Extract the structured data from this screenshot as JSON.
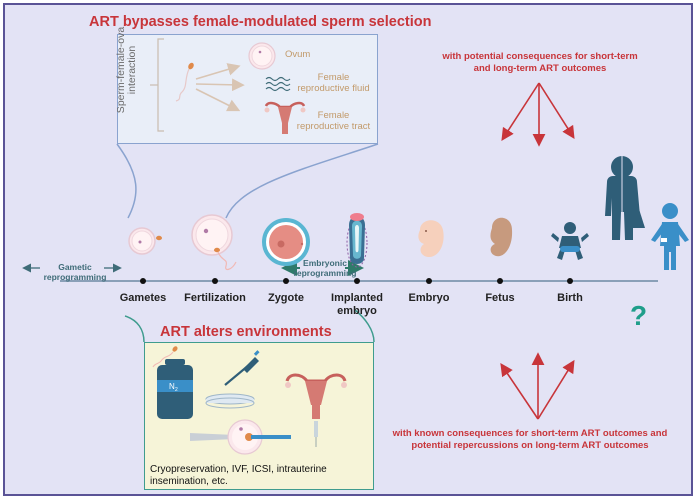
{
  "top_panel": {
    "title": "ART bypasses female-modulated sperm selection",
    "side_label_line1": "Sperm-female-ova",
    "side_label_line2": "interaction",
    "items": [
      {
        "label_line1": "Ovum",
        "label_line2": ""
      },
      {
        "label_line1": "Female",
        "label_line2": "reproductive fluid"
      },
      {
        "label_line1": "Female",
        "label_line2": "reproductive tract"
      }
    ]
  },
  "upper_note": {
    "line1": "with potential consequences for short-term",
    "line2": "and long-term ART outcomes"
  },
  "timeline": {
    "gametic_reprogramming": {
      "line1": "Gametic",
      "line2": "reprogramming"
    },
    "embryonic_reprogramming": {
      "line1": "Embryonic",
      "line2": "reprogramming"
    },
    "stages": [
      {
        "line1": "Gametes",
        "line2": ""
      },
      {
        "line1": "Fertilization",
        "line2": ""
      },
      {
        "line1": "Zygote",
        "line2": ""
      },
      {
        "line1": "Implanted",
        "line2": "embryo"
      },
      {
        "line1": "Embryo",
        "line2": ""
      },
      {
        "line1": "Fetus",
        "line2": ""
      },
      {
        "line1": "Birth",
        "line2": ""
      }
    ],
    "unknown_marker": "?"
  },
  "env_panel": {
    "title": "ART alters environments",
    "n2_label": "N",
    "n2_sub": "2",
    "description_line1": "Cryopreservation, IVF, ICSI, intrauterine",
    "description_line2": "insemination, etc."
  },
  "lower_note": {
    "line1": "with known consequences for short-term ART outcomes and",
    "line2": "potential repercussions on long-term ART outcomes"
  },
  "colors": {
    "background": "#e3e3f5",
    "frame": "#5a5396",
    "accent_red": "#c8353a",
    "teal": "#1f9e8a",
    "figure_dark": "#2f5e78",
    "figure_light": "#3a8fc8"
  }
}
